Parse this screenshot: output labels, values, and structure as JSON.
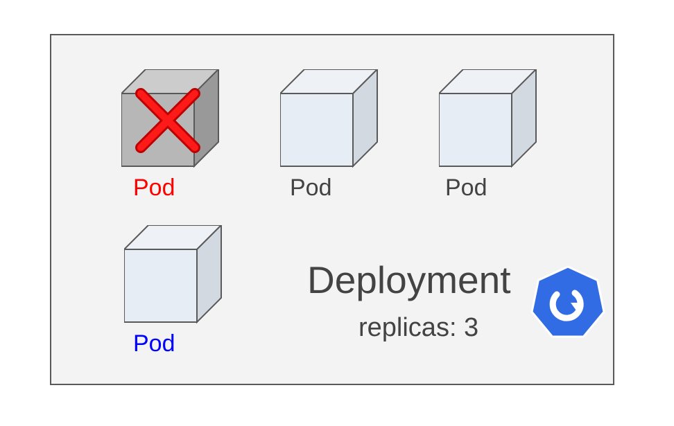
{
  "pods": [
    {
      "label": "Pod",
      "state": "failed",
      "label_color": "#ff0000",
      "face_color": "#b7b7b7",
      "icon": "x-mark-icon"
    },
    {
      "label": "Pod",
      "state": "running",
      "label_color": "#434343",
      "face_color": "#e6edf5"
    },
    {
      "label": "Pod",
      "state": "running",
      "label_color": "#434343",
      "face_color": "#e6edf5"
    },
    {
      "label": "Pod",
      "state": "new",
      "label_color": "#0000ff",
      "face_color": "#e6edf5"
    }
  ],
  "deployment": {
    "title": "Deployment",
    "replicas_text": "replicas: 3",
    "icon": "deployment-refresh-icon",
    "icon_color": "#326ce5"
  }
}
